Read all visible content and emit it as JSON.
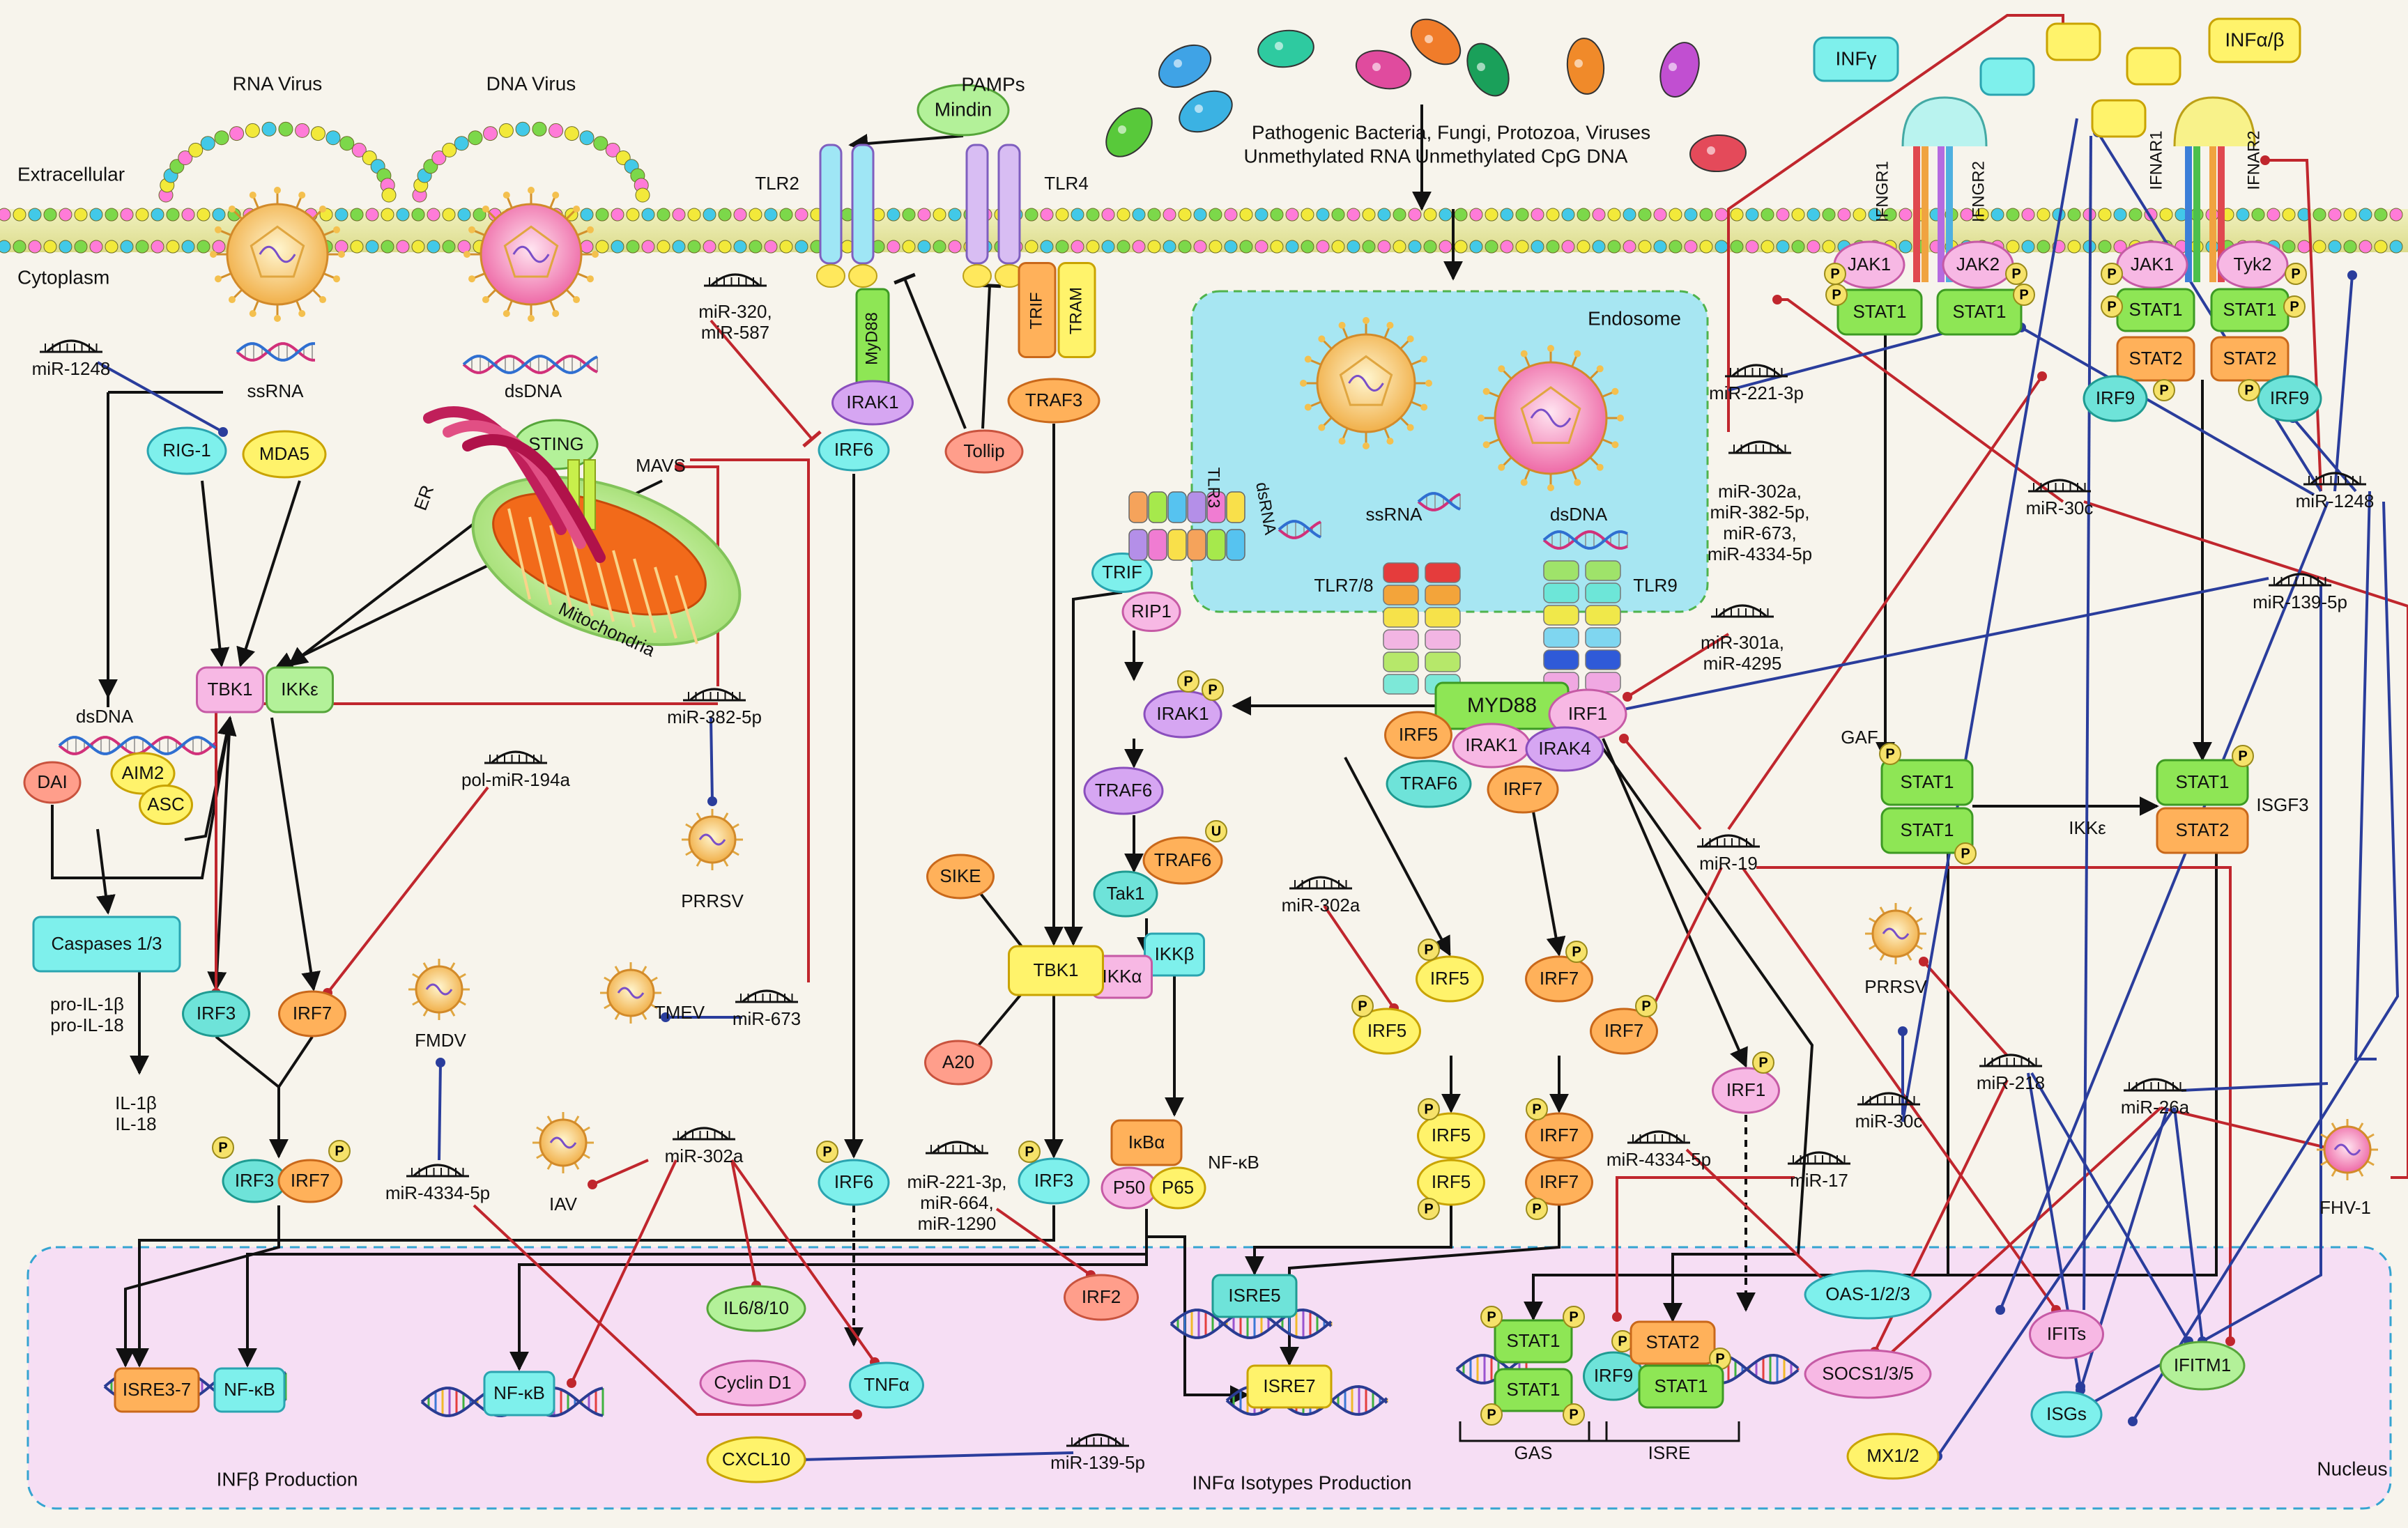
{
  "regions": {
    "extracellular": "Extracellular",
    "cytoplasm": "Cytoplasm",
    "endosome": "Endosome",
    "nucleus": "Nucleus",
    "er": "ER",
    "mitochondria": "Mitochondria"
  },
  "pathogens": {
    "rna_virus": "RNA Virus",
    "dna_virus": "DNA Virus",
    "pamps": "PAMPs",
    "caption1": "Pathogenic Bacteria, Fungi, Protozoa, Viruses",
    "caption2": "Unmethylated  RNA     Unmethylated CpG DNA",
    "prrsv": "PRRSV",
    "prrsv2": "PRRSV",
    "tmev": "TMEV",
    "fmdv": "FMDV",
    "iav": "IAV",
    "fhv1": "FHV-1"
  },
  "nucleic": {
    "ssrna": "ssRNA",
    "dsdna": "dsDNA",
    "dsdna_cyto": "dsDNA",
    "dsrna": "dsRNA",
    "ssrna_endo": "ssRNA",
    "dsdna_endo": "dsDNA"
  },
  "receptors": {
    "tlr2": "TLR2",
    "tlr4": "TLR4",
    "tlr3": "TLR3",
    "tlr78": "TLR7/8",
    "tlr9": "TLR9",
    "ifngr1": "IFNGR1",
    "ifngr2": "IFNGR2",
    "ifnar1": "IFNAR1",
    "ifnar2": "IFNAR2",
    "ifng": "INFγ",
    "ifnab": "INFα/β"
  },
  "nodes": {
    "mindin": "Mindin",
    "myd88_tlr": "MyD88",
    "irak1_a": "IRAK1",
    "irf6_a": "IRF6",
    "tollip": "Tollip",
    "trif_a": "TRIF",
    "tram": "TRAM",
    "traf3": "TRAF3",
    "rig1": "RIG-1",
    "mda5": "MDA5",
    "sting": "STING",
    "mavs": "MAVS",
    "tbk1_a": "TBK1",
    "ikke_a": "IKKε",
    "dai": "DAI",
    "aim2": "AIM2",
    "asc": "ASC",
    "caspases": "Caspases 1/3",
    "pro_il": "pro-IL-1β\npro-IL-18",
    "il": "IL-1β\nIL-18",
    "irf3_a": "IRF3",
    "irf7_a": "IRF7",
    "irf3_p": "IRF3",
    "irf7_p": "IRF7",
    "trif_b": "TRIF",
    "rip1": "RIP1",
    "irak1_p": "IRAK1",
    "traf6_a": "TRAF6",
    "traf6_u": "TRAF6",
    "tak1": "Tak1",
    "ikkb": "IKKβ",
    "ikka": "IKKα",
    "sike": "SIKE",
    "tbk1_b": "TBK1",
    "a20": "A20",
    "ikba": "IκBα",
    "p50": "P50",
    "p65": "P65",
    "nfkb_label": "NF-κB",
    "irf6_p": "IRF6",
    "irf3_b": "IRF3",
    "myd88_big": "MYD88",
    "irf1_a": "IRF1",
    "irf5_a": "IRF5",
    "irak1_b": "IRAK1",
    "irak4": "IRAK4",
    "traf6_b": "TRAF6",
    "irf7_b": "IRF7",
    "irf5_p1": "IRF5",
    "irf5_p2": "IRF5",
    "irf7_p1": "IRF7",
    "irf7_p2": "IRF7",
    "irf5_d1": "IRF5",
    "irf5_d2": "IRF5",
    "irf7_d1": "IRF7",
    "irf7_d2": "IRF7",
    "irf1_p": "IRF1",
    "jak1_a": "JAK1",
    "jak2": "JAK2",
    "stat1_a": "STAT1",
    "stat1_b": "STAT1",
    "jak1_b": "JAK1",
    "tyk2": "Tyk2",
    "stat1_c": "STAT1",
    "stat1_d": "STAT1",
    "stat2_a": "STAT2",
    "stat2_b": "STAT2",
    "irf9_a": "IRF9",
    "irf9_b": "IRF9",
    "gaf": "GAF",
    "gaf_stat1a": "STAT1",
    "gaf_stat1b": "STAT1",
    "ikke_b": "IKKε",
    "isgf3": "ISGF3",
    "isgf3_stat1": "STAT1",
    "isgf3_stat2": "STAT2"
  },
  "nucleus_items": {
    "isre37": "ISRE3-7",
    "nfkb_n1": "NF-κB",
    "nfkb_n2": "NF-κB",
    "ifnb_prod": "INFβ Production",
    "il6810": "IL6/8/10",
    "cyclin": "Cyclin D1",
    "tnfa": "TNFα",
    "cxcl10": "CXCL10",
    "irf2": "IRF2",
    "isre5": "ISRE5",
    "isre7": "ISRE7",
    "ifna_prod": "INFα Isotypes Production",
    "gas_stat1a": "STAT1",
    "gas_stat1b": "STAT1",
    "gas": "GAS",
    "isre_irf9": "IRF9",
    "isre_stat2": "STAT2",
    "isre_stat1": "STAT1",
    "isre": "ISRE",
    "oas": "OAS-1/2/3",
    "socs": "SOCS1/3/5",
    "ifits": "IFITs",
    "ifitm1": "IFITM1",
    "isgs": "ISGs",
    "mx12": "MX1/2"
  },
  "mirnas": {
    "m1248_a": "miR-1248",
    "m320": "miR-320,\nmiR-587",
    "m382": "miR-382-5p",
    "pol194": "pol-miR-194a",
    "m673": "miR-673",
    "m4334_a": "miR-4334-5p",
    "m302_a": "miR-302a",
    "m221": "miR-221-3p,\nmiR-664,\nmiR-1290",
    "m302_b": "miR-302a",
    "m139_a": "miR-139-5p",
    "m4334_b": "miR-4334-5p",
    "m17": "miR-17",
    "m19": "miR-19",
    "m301": "miR-301a,\nmiR-4295",
    "m221_b": "miR-221-3p",
    "m302group": "miR-302a,\nmiR-382-5p,\nmiR-673,\nmiR-4334-5p",
    "m30c_a": "miR-30c",
    "m1248_b": "miR-1248",
    "m139_b": "miR-139-5p",
    "m30c_b": "miR-30c",
    "m218": "miR-218",
    "m26a": "miR-26a"
  },
  "phospho": "P",
  "ubiq": "U",
  "colors": {
    "activation": "#111111",
    "red_inhibit": "#c0262d",
    "blue_inhibit": "#2a3d9c",
    "endosome": "#a7e6f2",
    "nucleus": "#f6def4",
    "stat_green": "#6cd33e"
  }
}
